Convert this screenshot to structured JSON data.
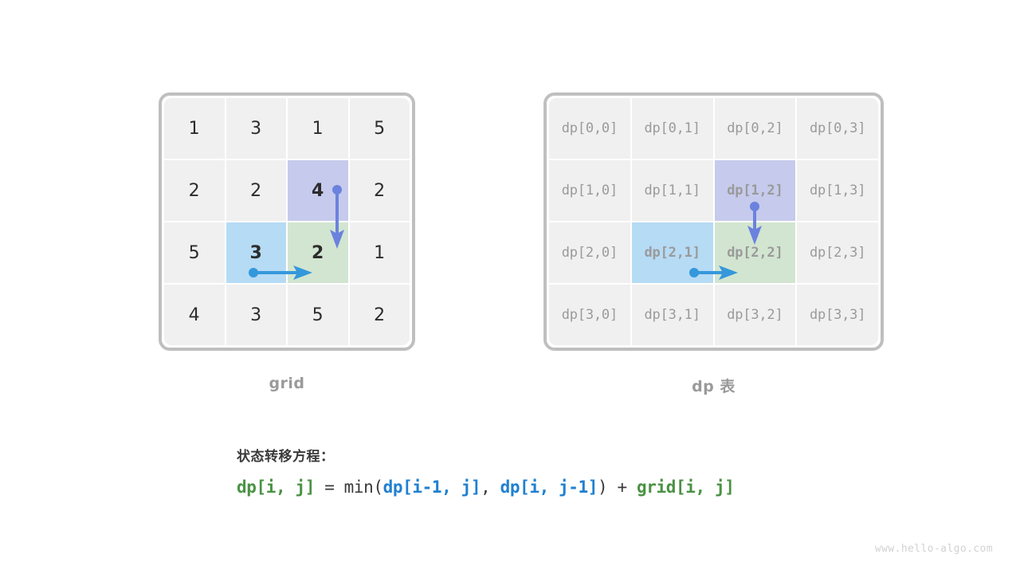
{
  "grid_table": {
    "caption": "grid",
    "rows": [
      [
        {
          "text": "1",
          "highlight": "none"
        },
        {
          "text": "3",
          "highlight": "none"
        },
        {
          "text": "1",
          "highlight": "none"
        },
        {
          "text": "5",
          "highlight": "none"
        }
      ],
      [
        {
          "text": "2",
          "highlight": "none"
        },
        {
          "text": "2",
          "highlight": "none"
        },
        {
          "text": "4",
          "highlight": "purple"
        },
        {
          "text": "2",
          "highlight": "none"
        }
      ],
      [
        {
          "text": "5",
          "highlight": "none"
        },
        {
          "text": "3",
          "highlight": "blue"
        },
        {
          "text": "2",
          "highlight": "green"
        },
        {
          "text": "1",
          "highlight": "none"
        }
      ],
      [
        {
          "text": "4",
          "highlight": "none"
        },
        {
          "text": "3",
          "highlight": "none"
        },
        {
          "text": "5",
          "highlight": "none"
        },
        {
          "text": "2",
          "highlight": "none"
        }
      ]
    ]
  },
  "dp_table": {
    "caption": "dp 表",
    "rows": [
      [
        {
          "text": "dp[0,0]",
          "highlight": "none"
        },
        {
          "text": "dp[0,1]",
          "highlight": "none"
        },
        {
          "text": "dp[0,2]",
          "highlight": "none"
        },
        {
          "text": "dp[0,3]",
          "highlight": "none"
        }
      ],
      [
        {
          "text": "dp[1,0]",
          "highlight": "none"
        },
        {
          "text": "dp[1,1]",
          "highlight": "none"
        },
        {
          "text": "dp[1,2]",
          "highlight": "purple"
        },
        {
          "text": "dp[1,3]",
          "highlight": "none"
        }
      ],
      [
        {
          "text": "dp[2,0]",
          "highlight": "none"
        },
        {
          "text": "dp[2,1]",
          "highlight": "blue"
        },
        {
          "text": "dp[2,2]",
          "highlight": "green"
        },
        {
          "text": "dp[2,3]",
          "highlight": "none"
        }
      ],
      [
        {
          "text": "dp[3,0]",
          "highlight": "none"
        },
        {
          "text": "dp[3,1]",
          "highlight": "none"
        },
        {
          "text": "dp[3,2]",
          "highlight": "none"
        },
        {
          "text": "dp[3,3]",
          "highlight": "none"
        }
      ]
    ]
  },
  "formula": {
    "title": "状态转移方程：",
    "target": "dp[i, j]",
    "equals_min_open": " = min(",
    "arg_from_above": "dp[i-1, j]",
    "comma": ", ",
    "arg_from_left": "dp[i, j-1]",
    "close_plus": ") + ",
    "grid_term": "grid[i, j]"
  },
  "colors": {
    "cell_background": "#f0f0f0",
    "frame_border": "#bfbfbf",
    "highlight_purple": "#c6caec",
    "highlight_blue": "#b6dbf5",
    "highlight_green": "#d2e5d1",
    "text_purple": "#2a3fc7",
    "text_blue": "#2196dd",
    "text_green": "#4a9243",
    "arrow_vertical": "#6b82de",
    "arrow_horizontal": "#3498db",
    "caption_gray": "#9a9a9a",
    "formula_dark": "#3a3a3a",
    "watermark": "#d2d2d2"
  },
  "watermark": "www.hello-algo.com"
}
